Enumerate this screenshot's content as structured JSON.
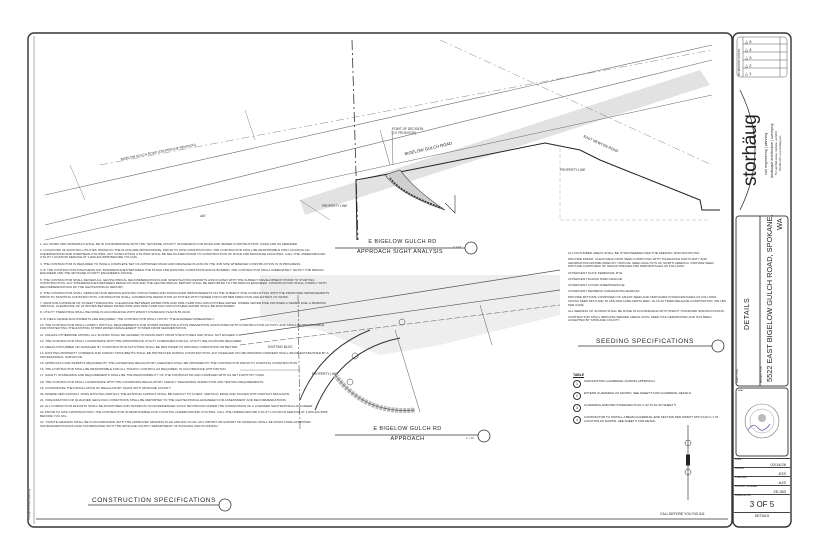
{
  "sheet": {
    "company": {
      "name": "storhäug",
      "tagline_1": "civil engineering | planning",
      "tagline_2": "landscape architecture | surveying",
      "address": "510 east third avenue | spokane, wa 99202",
      "contact": "509.242.1000 | www.storhaug.com"
    },
    "revisions": {
      "header": "NO.   REVISION / DATE   BY",
      "marks": [
        "1",
        "2",
        "3",
        "4",
        "5"
      ]
    },
    "sheet_title_label": "SHEET TITLE",
    "sheet_title": "DETAILS",
    "project_title_label": "PROJECT TITLE",
    "project_title_line1": "5522 EAST BIGELOW GULCH ROAD, SPOKANE,",
    "project_title_line2": "WA",
    "seal_label": "SEAL",
    "info": [
      {
        "key": "DATE",
        "value": "02/14/26"
      },
      {
        "key": "DRAWN",
        "value": "JOS"
      },
      {
        "key": "CHECKED",
        "value": "AJS"
      },
      {
        "key": "PROJECT NUMBER",
        "value": "25-383"
      }
    ],
    "drawing_no_label": "DRAWING NO.",
    "sheet_number": "3 OF 5",
    "sheet_footer": "DETAILS"
  },
  "views": {
    "sight": {
      "title": "E BIGELOW GULCH RD",
      "subtitle": "APPROACH SIGHT ANALYSIS",
      "scale": "1\" = 30'"
    },
    "approach": {
      "title": "E BIGELOW GULCH RD",
      "subtitle": "APPROACH",
      "scale": "1\" = 10'"
    },
    "labels": {
      "bigelow_road": "BIGELOW GULCH ROAD",
      "newton_road": "EAST NEWTON ROAD",
      "point_of_decision": "POINT OF DECISION",
      "point_of_decision_2": "(10' FROM EOP)",
      "property_line_1": "PROPERTY LINE",
      "property_line_2": "PROPERTY LINE",
      "property_line_3": "PROPERTY LINE",
      "existing_row": "BIGELOW GULCH ROAD (CENTERLINE REVISION)",
      "existing_building": "EXISTING BLDG",
      "sight_dist": "460'"
    }
  },
  "construction": {
    "heading": "CONSTRUCTION SPECIFICATIONS",
    "notes": [
      "1. ALL WORK AND MATERIALS SHALL BE IN CONFORMANCE WITH THE \"SPOKANE COUNTY STANDARDS FOR ROAD AND SEWER CONSTRUCTION\" (2010) AND AS AMENDED.",
      "2. LOCATIONS OF EXISTING UTILITIES SHOWN IN THE PLANS ARE APPROXIMATE. PRIOR TO SITE CONSTRUCTION, THE CONTRACTOR SHALL BE RESPONSIBLE FOR LOCATING ALL UNDERGROUND AND OVERHEAD UTILITIES. ANY CONFLICTING UTILITIES SHALL BE RELOCATED PRIOR TO CONSTRUCTION OF ROAD AND DRAINAGE FACILITIES. CALL THE UNDERGROUND UTILITY LOCATION SERVICE AT 1-800-424-5555 BEFORE YOU DIG.",
      "3. THE CONTRACTOR IS REQUIRED TO HAVE A COMPLETE SET OF APPROVED ROAD AND DRAINAGE PLANS ON THE JOB SITE WHENEVER CONSTRUCTION IS IN PROGRESS.",
      "4. IF THE CONTRACTOR DISCOVERS ANY DISCREPANCIES BETWEEN THE PLANS AND EXISTING CONDITIONS ENCOUNTERED, THE CONTRACTOR SHALL IMMEDIATELY NOTIFY THE DESIGN ENGINEER AND THE SPOKANE COUNTY ENGINEER'S OFFICE.",
      "5. THE CONTRACTOR SHALL REVIEW ALL GEOTECHNICAL RECOMMENDATIONS AND INVESTIGATION REPORTS ASSOCIATED WITH THE SUBJECT DEVELOPMENT PRIOR TO STARTING CONSTRUCTION. ANY DISCREPANCIES BETWEEN DESIGN PLANS AND THE GEOTECHNICAL REPORT SHALL BE REPORTED TO THE DESIGN ENGINEER. CONSTRUCTION SHALL COMPLY WITH RECOMMENDATIONS OF THE GEOTECHNICAL REPORT.",
      "6. THE CONTRACTOR SHALL DEMOLISH AND REMOVE EXISTING STRUCTURES AND ASSOCIATED IMPROVEMENTS ON THE SUBJECT SITE CONFLICTING WITH THE PROPOSED IMPROVEMENTS PRIOR TO STARTING CONSTRUCTION. CONTRACTOR SHALL COORDINATE DEMOLITION ACTIVITIES WITH OWNER FOR FURTHER DIRECTION AND EXTENT OF WORK.",
      "7. MAINTAIN A MINIMUM OF 10 FEET HORIZONTAL CLEARANCE BETWEEN WATER PIPE AND PIPE CARRYING NON-POTABLE WATER. WHERE WATER PIPE CROSSES A SEWER LINE, A MINIMUM VERTICAL CLEARANCE OF 18 INCHES BETWEEN WATER PIPE AND PIPE CARRYING NON-POTABLE WATER SHALL BE MAINTAINED.",
      "8. UTILITY TRENCHING SHALL BE DONE IN ACCORDANCE WITH WSDOT STANDARD PLAN B-55.20-00.",
      "9. IF FIELD GRADE ADJUSTMENTS ARE REQUIRED, THE CONTRACTOR SHALL NOTIFY THE ENGINEER IMMEDIATELY.",
      "10. THE CONTRACTOR SHALL COMPLY WITH ALL REQUIREMENTS FOR STORM WATER POLLUTION PREVENTION ASSOCIATED WITH CONSTRUCTION ACTIVITY AND SHALL BE RESPONSIBLE FOR PROTECTING THE EXISTING STORM WATER MANAGEMENT SYSTEM FROM SEDIMENTATION.",
      "11. UNLESS OTHERWISE SHOWN, ALL SLOPES SHALL BE GRADED TO DRAIN AWAY FROM STRUCTURES AND SHALL NOT EXCEED 3:1.",
      "12. THE CONTRACTOR SHALL COORDINATE WITH THE APPROPRIATE UTILITY COMPANIES FOR ALL UTILITY RELOCATIONS REQUIRED.",
      "13. AREAS DISTURBED OR DAMAGED BY CONSTRUCTION ACTIVITIES SHALL BE RESTORED TO ORIGINAL CONDITIONS OR BETTER.",
      "14. EXISTING PROPERTY CORNERS AND SURVEY MONUMENTS SHALL BE PROTECTED DURING CONSTRUCTION. ANY DAMAGED OR OBLITERATED CORNERS SHALL BE RE-ESTABLISHED BY A PROFESSIONAL SURVEYOR.",
      "15. APPROVALS AND PERMITS REQUIRED BY THE GOVERNING REGULATORY AGENCIES SHALL BE OBTAINED BY THE CONTRACTOR PRIOR TO STARTING CONSTRUCTION.",
      "16. THE CONTRACTOR SHALL BE RESPONSIBLE FOR ALL TRAFFIC CONTROL AS REQUIRED, IN ACCORDANCE WITH MUTCD.",
      "17. SAFETY STANDARDS AND REQUIREMENTS SHALL BE THE RESPONSIBILITY OF THE CONTRACTOR AND COMPLIED WITH AS SET FORTH BY OSHA.",
      "18. THE CONTRACTOR SHALL COORDINATE WITH THE GOVERNING REGULATORY AGENCY REGARDING INSPECTION AND TESTING REQUIREMENTS.",
      "19. COORDINATE THE INSTALLATION OF REGULATORY SIGNS WITH SPOKANE COUNTY.",
      "20. WHERE NEW ASPHALT JOINS EXISTING ASPHALT, THE EXISTING ASPHALT SHALL BE SAWCUT TO A NEAT, VERTICAL EDGE AND TACKED WITH ASPHALT EMULSION.",
      "21. ORGANIZATION OR QUALIFIED GEOLOGIC CONDITIONS SHALL BE REPORTED TO THE GEOTECHNICAL ENGINEER FOR ASSESSMENT AND RECOMMENDATIONS.",
      "22. ALL COMPACTION EFFORTS SHALL BE MONITORED AND TESTED BY AN EXPERIENCED SOILS TECHNICIAN UNDER THE SUPERVISION OF A LICENSED GEOTECHNICAL ENGINEER.",
      "23. PRIOR TO SITE CONSTRUCTION, THE CONTRACTOR IS RESPONSIBLE FOR LOCATING UNDERGROUND UTILITIES. CALL THE UNDERGROUND UTILITY LOCATION SERVICE AT 1-800-424-5555 BEFORE YOU DIG.",
      "24. \"ONSITE GRADING SHALL BE IN ACCORDANCE WITH THE APPROVED GRADING PLAN AND ESC PLAN. ANY IMPORT OR EXPORT OF MATERIAL SHALL BE FROM A PRE-APPROVED SOURCE/DESTINATION AND COORDINATED WITH THE SPOKANE COUNTY DEPARTMENT OF BUILDING AND PLANNING.\""
    ]
  },
  "seeding": {
    "heading": "SEEDING SPECIFICATIONS",
    "notes": [
      "ALL DISTURBED AREAS SHALL BE HYDROSEEDED PER THE SEEDING SPECIFICATIONS.",
      "PROVIDE FRESH, CLEAN NEW-CROP SEED COMPLYING WITH TOLERANCE FOR PURITY AND GERMINATION ESTABLISHED BY OFFICIAL SEED ANALYSTS OF NORTH AMERICA. PROVIDE SEED MIXTURE COMPOSED OF GRASS SPECIES AND PERCENTAGES AS FOLLOWS:",
      "30 PERCENT SLICK PERENNIAL RYE",
      "20 PERCENT DURAR HARD FESCUE",
      "40 PERCENT COVAR SHEEPSFESCUE",
      "10 PERCENT REUBENS CANADIAN BLUEGRASS",
      "PROVIDE MIXTURE COMPOSED OF GRASS SEED AND FERTILIZER IN PERCENTAGES AS FOLLOWS: GRASS SEED MIXTURE: 30 LBS PER ACRE FERTILIZER: 16-16-16 TIMED RELEASE COMPOSITION: 300 LBS. PER ACRE",
      "ALL SEEDING OF SLOPES SHALL BE DONE IN ACCORDANCE WITH WSDOT STANDARD SPECIFICATIONS.",
      "CONTRACTOR SHALL IRRIGATE SEEDED AREAS UNTIL SEED HAS GERMINATED AND HAS BEEN ACCEPTED BY SPOKANE COUNTY."
    ]
  },
  "keynotes": {
    "heading": "TABLE",
    "items": [
      {
        "num": "1",
        "text": "SAW EXISTING GUARDRAIL ACROSS APPROACH."
      },
      {
        "num": "2",
        "text": "EXTEND GUARDRAIL AS SHOWN. SEE SHEET 5 FOR GUARDRAIL DETAILS."
      },
      {
        "num": "3",
        "text": "GUARDRAIL END PER STANDARD PLAN C-22.70-01 ON SHEET 5."
      },
      {
        "num": "4",
        "text": "CONTRACTOR TO INSTALL A BEAM GUARDRAIL END SECTION PER WSDOT STD PLAN C-7 AT LOCATION AS SHOWN. SEE SHEET 5 FOR DETAIL."
      }
    ]
  },
  "call_before_dig": "CALL BEFORE YOU DIG  811",
  "side_note": "Copyright Storhaug Engineering"
}
